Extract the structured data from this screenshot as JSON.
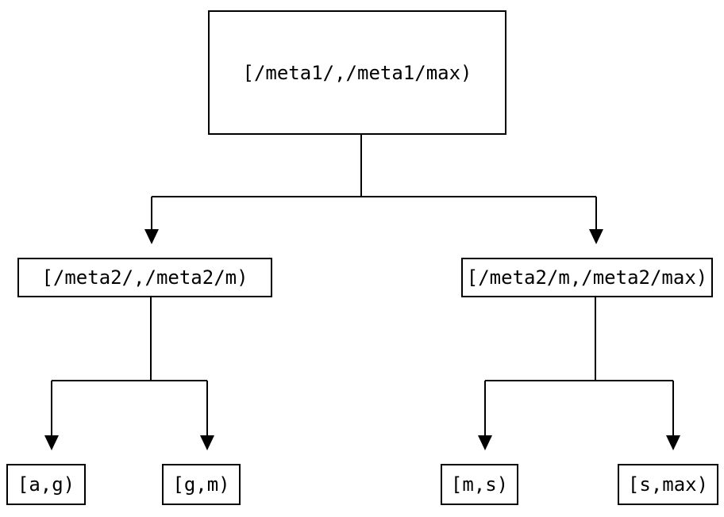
{
  "diagram": {
    "background_color": "#ffffff",
    "line_color": "#000000",
    "text_color": "#000000",
    "nodes": {
      "root": {
        "label": "[/meta1/,/meta1/max)"
      },
      "meta2_low": {
        "label": "[/meta2/,/meta2/m)"
      },
      "meta2_high": {
        "label": "[/meta2/m,/meta2/max)"
      },
      "leaf_a_g": {
        "label": "[a,g)"
      },
      "leaf_g_m": {
        "label": "[g,m)"
      },
      "leaf_m_s": {
        "label": "[m,s)"
      },
      "leaf_s_max": {
        "label": "[s,max)"
      }
    }
  }
}
